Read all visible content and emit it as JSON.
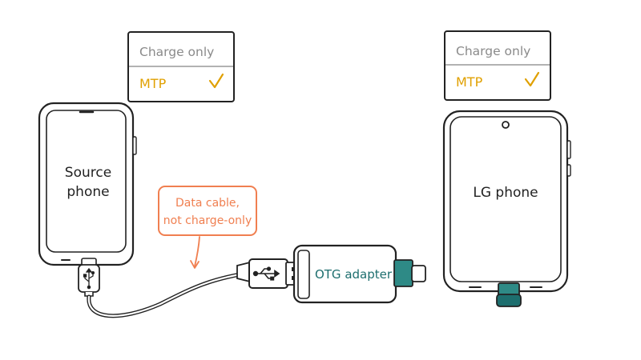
{
  "colors": {
    "ink": "#222222",
    "menu_text": "#8a8a8a",
    "selected": "#e0a000",
    "callout": "#f07f50",
    "teal": "#1d6e6e",
    "teal_port": "#2e8a86"
  },
  "source_phone": {
    "label_line1": "Source",
    "label_line2": "phone"
  },
  "lg_phone": {
    "label": "LG phone"
  },
  "menu_left": {
    "option_1": "Charge only",
    "option_2": "MTP",
    "selected_mark": "✓"
  },
  "menu_right": {
    "option_1": "Charge only",
    "option_2": "MTP",
    "selected_mark": "✓"
  },
  "callout": {
    "line1": "Data cable,",
    "line2": "not charge-only"
  },
  "adapter": {
    "label": "OTG adapter"
  },
  "icons": {
    "usb_symbol": "usb-icon"
  }
}
